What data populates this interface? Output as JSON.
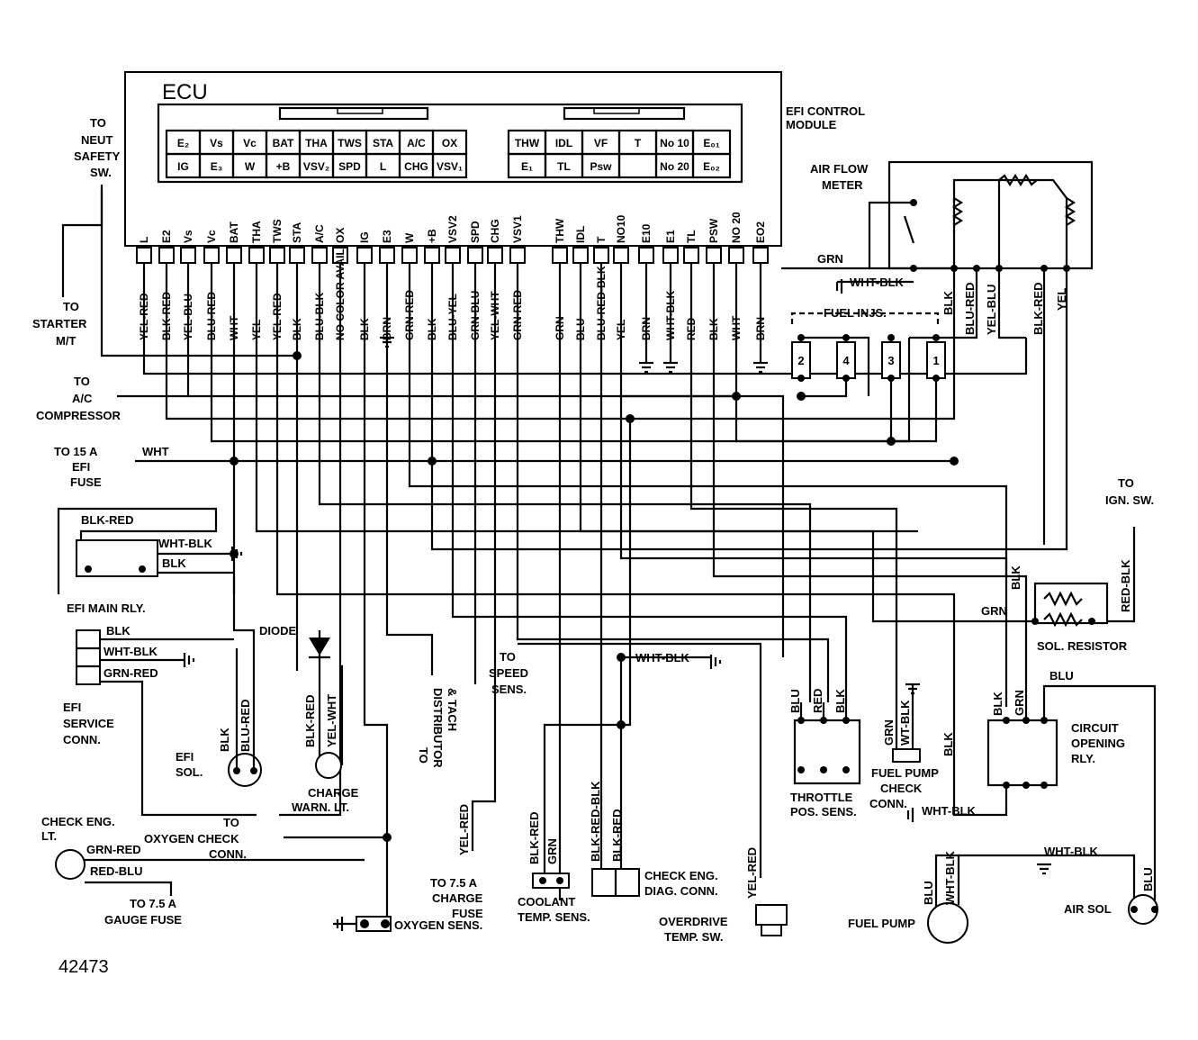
{
  "ecu": {
    "title": "ECU",
    "module_label": [
      "EFI CONTROL",
      "MODULE"
    ],
    "connector_left_row1": [
      "E₂",
      "Vs",
      "Vc",
      "BAT",
      "THA",
      "TWS",
      "STA",
      "A/C",
      "OX"
    ],
    "connector_left_row2": [
      "IG",
      "E₃",
      "W",
      "+B",
      "VSV₂",
      "SPD",
      "L",
      "CHG",
      "VSV₁"
    ],
    "connector_right_row1": [
      "THW",
      "IDL",
      "VF",
      "T",
      "No 10",
      "E₀₁"
    ],
    "connector_right_row2": [
      "E₁",
      "TL",
      "Psw",
      "",
      "No 20",
      "E₀₂"
    ],
    "pins_left": [
      "L",
      "E2",
      "Vs",
      "Vc",
      "BAT",
      "THA",
      "TWS",
      "STA",
      "A/C",
      "OX",
      "IG",
      "E3",
      "W",
      "+B",
      "VSV2",
      "SPD",
      "CHG",
      "VSV1"
    ],
    "pins_right": [
      "THW",
      "IDL",
      "T",
      "NO10",
      "E10",
      "E1",
      "TL",
      "PSW",
      "NO 20",
      "EO2"
    ],
    "wires_left": [
      "YEL-RED",
      "BLK-RED",
      "YEL-BLU",
      "BLU-RED",
      "WHT",
      "YEL",
      "YEL-RED",
      "BLK",
      "BLU-BLK",
      "NO COLOR AVAIL.",
      "BLK",
      "BRN",
      "GRN-RED",
      "BLK",
      "BLU-YEL",
      "GRN-BLU",
      "YEL-WHT",
      "GRN-RED"
    ],
    "wires_right": [
      "GRN",
      "BLU",
      "BLU-RED-BLK",
      "YEL",
      "BRN",
      "WHT-BLK",
      "RED",
      "BLK",
      "WHT",
      "BRN"
    ]
  },
  "labels": {
    "neut_safety": [
      "TO",
      "NEUT",
      "SAFETY",
      "SW."
    ],
    "starter": [
      "TO",
      "STARTER",
      "M/T"
    ],
    "ac_comp": [
      "TO",
      "A/C",
      "COMPRESSOR"
    ],
    "efi_fuse": [
      "TO 15 A",
      "EFI",
      "FUSE"
    ],
    "efi_fuse_wire": "WHT",
    "main_rly_wire_top": "BLK-RED",
    "main_rly_wire_gnd": "WHT-BLK",
    "main_rly_wire_blk": "BLK",
    "main_rly": "EFI MAIN RLY.",
    "service_wires": [
      "BLK",
      "WHT-BLK",
      "GRN-RED"
    ],
    "service_conn": [
      "EFI",
      "SERVICE",
      "CONN."
    ],
    "diode": "DIODE",
    "efi_sol": [
      "EFI",
      "SOL."
    ],
    "efi_sol_wires": [
      "BLK",
      "BLU-RED"
    ],
    "charge_wires": [
      "BLK-RED",
      "YEL-WHT"
    ],
    "charge_lt": [
      "CHARGE",
      "WARN. LT."
    ],
    "distributor": [
      "TO",
      "DISTRIBUTOR",
      "& TACH"
    ],
    "speed_sens": [
      "TO",
      "SPEED",
      "SENS."
    ],
    "check_eng_lt": [
      "CHECK ENG.",
      "LT."
    ],
    "check_eng_wires": [
      "GRN-RED",
      "RED-BLU"
    ],
    "gauge_fuse": [
      "TO 7.5 A",
      "GAUGE FUSE"
    ],
    "oxy_check": [
      "TO",
      "OXYGEN CHECK",
      "CONN."
    ],
    "oxy_sens": "OXYGEN SENS.",
    "charge_fuse": [
      "TO 7.5 A",
      "CHARGE",
      "FUSE"
    ],
    "charge_fuse_wire": "YEL-RED",
    "coolant_wires": [
      "BLK-RED",
      "GRN"
    ],
    "coolant": [
      "COOLANT",
      "TEMP. SENS."
    ],
    "diag_wires": [
      "BLK-RED-BLK",
      "BLK-RED"
    ],
    "diag_conn": [
      "CHECK ENG.",
      "DIAG. CONN."
    ],
    "overdrive_wire": "YEL-RED",
    "overdrive": [
      "OVERDRIVE",
      "TEMP. SW."
    ],
    "wht_blk_mid": "WHT-BLK",
    "air_flow": [
      "AIR FLOW",
      "METER"
    ],
    "afm_grn": "GRN",
    "afm_gnd": "WHT-BLK",
    "afm_wires": [
      "BLK",
      "BLU-RED",
      "YEL-BLU",
      "BLK-RED",
      "YEL"
    ],
    "fuel_injs": "FUEL INJS.",
    "injector_numbers": [
      "2",
      "4",
      "3",
      "1"
    ],
    "ign_sw": [
      "TO",
      "IGN. SW."
    ],
    "sol_res_wires": [
      "BLK",
      "GRN",
      "RED-BLK"
    ],
    "sol_resistor": "SOL. RESISTOR",
    "tps_wires": [
      "BLU",
      "RED",
      "BLK"
    ],
    "tps": [
      "THROTTLE",
      "POS. SENS."
    ],
    "fp_check_wires": [
      "GRN",
      "WT-BLK"
    ],
    "fp_check": [
      "FUEL PUMP",
      "CHECK",
      "CONN."
    ],
    "cor_wires": [
      "BLK",
      "GRN",
      "BLU",
      "BLK"
    ],
    "cor": [
      "CIRCUIT",
      "OPENING",
      "RLY."
    ],
    "cor_gnd": "WHT-BLK",
    "bottom_wires": [
      "WHT-BLK",
      "BLU",
      "WHT-BLK",
      "BLU"
    ],
    "fuel_pump": "FUEL PUMP",
    "air_sol": "AIR SOL",
    "figure_number": "42473"
  }
}
